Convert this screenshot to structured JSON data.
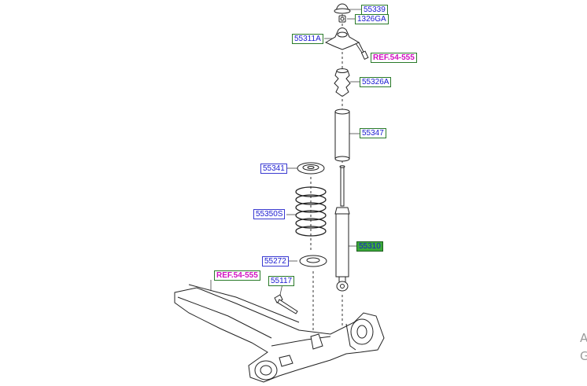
{
  "callouts": {
    "c55339": "55339",
    "c1326GA": "1326GA",
    "c55311A": "55311A",
    "ref_top": "REF.54-555",
    "c55326A": "55326A",
    "c55347": "55347",
    "c55341": "55341",
    "c55350S": "55350S",
    "c55310": "55310",
    "c55272": "55272",
    "ref_left": "REF.54-555",
    "c55117": "55117"
  },
  "edge_text": {
    "line1": "A",
    "line2": "G"
  },
  "colors": {
    "part_number": "#1a1ad0",
    "reference": "#d010c0",
    "frame": "#2a7a2a",
    "selected_fill": "#3aa83a"
  }
}
